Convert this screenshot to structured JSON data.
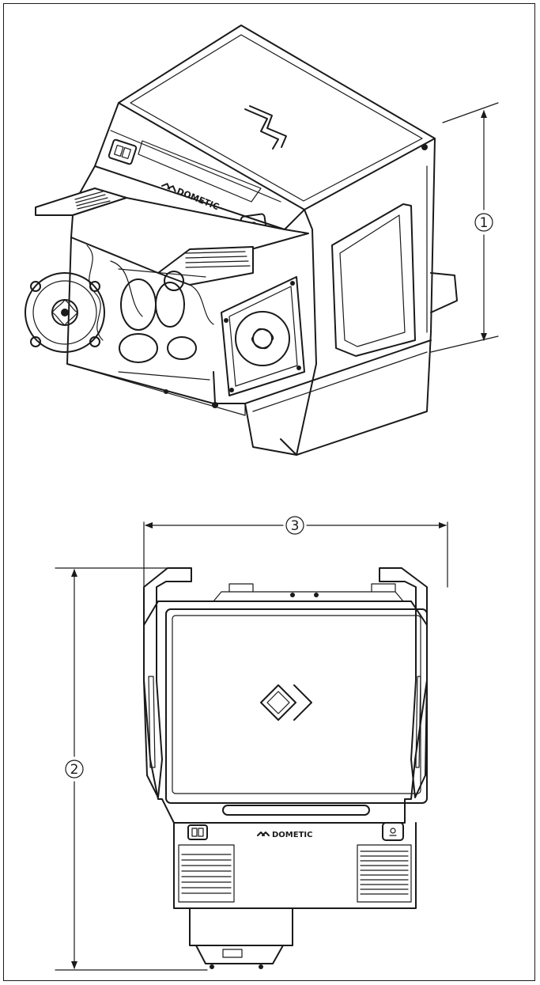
{
  "dimensions": [
    {
      "id": "height",
      "callout": "1"
    },
    {
      "id": "depth",
      "callout": "2"
    },
    {
      "id": "width",
      "callout": "3"
    }
  ],
  "brand_label": "DOMETIC",
  "icons": {
    "display": "double-digit-display-icon",
    "button": "light-button-icon",
    "logo": "dometic-chevron-logo-icon"
  }
}
